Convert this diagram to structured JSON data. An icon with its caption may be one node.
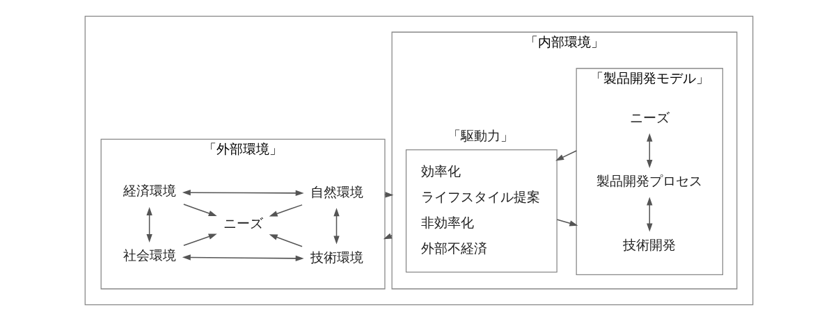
{
  "diagram": {
    "nodes": [
      {
        "text": [],
        "shape": "box"
      },
      {
        "text": [
          "「外部環境」"
        ],
        "in": 0
      },
      {
        "text": [
          "経済環境"
        ],
        "in": 1
      },
      {
        "text": [
          "自然環境"
        ],
        "in": 1
      },
      {
        "text": [
          "ニーズ"
        ],
        "in": 1
      },
      {
        "text": [
          "社会環境"
        ],
        "in": 1
      },
      {
        "text": [
          "技術環境"
        ],
        "in": 1
      },
      {
        "text": [
          "「内部環境」"
        ],
        "in": 0
      },
      {
        "text": [
          "「駆動力」",
          "効率化",
          "ライフスタイル提案",
          "非効率化",
          "外部不経済"
        ],
        "in": 7
      },
      {
        "text": [
          "「製品開発モデル」"
        ],
        "in": 7
      },
      {
        "text": [
          "ニーズ"
        ],
        "in": 9
      },
      {
        "text": [
          "製品開発プロセス"
        ],
        "in": 9
      },
      {
        "text": [
          "技術開発"
        ],
        "in": 9
      }
    ],
    "edges": [
      {
        "from": 2,
        "to": 3,
        "arrow": "both"
      },
      {
        "from": 2,
        "to": 5,
        "arrow": "both"
      },
      {
        "from": 3,
        "to": 6,
        "arrow": "both"
      },
      {
        "from": 5,
        "to": 6,
        "arrow": "both"
      },
      {
        "from": 2,
        "to": 4,
        "arrow": "to"
      },
      {
        "from": 3,
        "to": 4,
        "arrow": "to"
      },
      {
        "from": 5,
        "to": 4,
        "arrow": "to"
      },
      {
        "from": 6,
        "to": 4,
        "arrow": "to"
      },
      {
        "from": 1,
        "to": 7,
        "arrow": "to"
      },
      {
        "from": 7,
        "to": 1,
        "arrow": "to"
      },
      {
        "from": 9,
        "to": 8,
        "arrow": "to"
      },
      {
        "from": 8,
        "to": 9,
        "arrow": "to"
      },
      {
        "from": 10,
        "to": 11,
        "arrow": "both"
      },
      {
        "from": 11,
        "to": 12,
        "arrow": "both"
      }
    ]
  }
}
